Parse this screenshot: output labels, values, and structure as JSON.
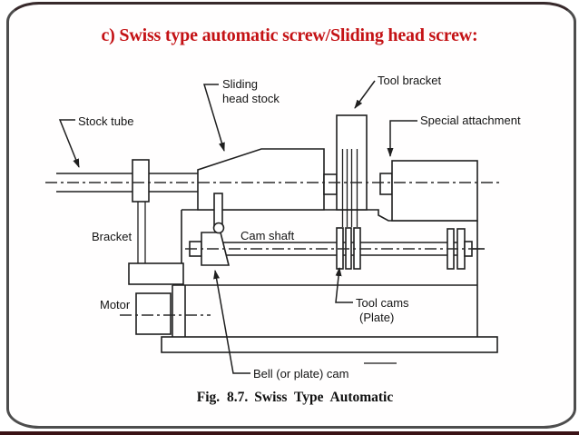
{
  "page": {
    "title": "c) Swiss type automatic screw/Sliding head screw:"
  },
  "figure": {
    "labels": {
      "stock_tube": "Stock tube",
      "sliding_head_stock_1": "Sliding",
      "sliding_head_stock_2": "head stock",
      "tool_bracket": "Tool bracket",
      "special_attachment": "Special attachment",
      "bracket": "Bracket",
      "cam_shaft": "Cam shaft",
      "motor": "Motor",
      "tool_cams_1": "Tool cams",
      "tool_cams_2": "(Plate)",
      "bell_cam": "Bell (or plate) cam"
    },
    "caption_prefix": "Fig. 8.7.",
    "caption_title": "Swiss Type Automatic"
  },
  "colors": {
    "title_red": "#c41215",
    "ink": "#1f1f1f",
    "frame_border": "#4d4d4d",
    "bottom_bar": "#3a1216",
    "paper": "#ffffff"
  }
}
